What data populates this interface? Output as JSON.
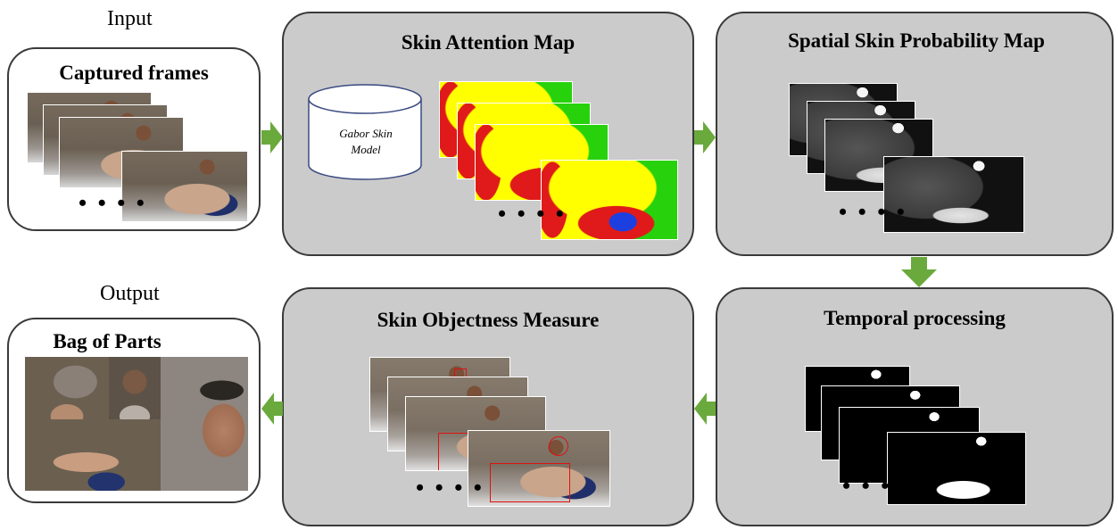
{
  "labels": {
    "input": "Input",
    "output": "Output"
  },
  "panels": {
    "captured": {
      "title": "Captured frames",
      "dots": "• • • •"
    },
    "skin_attention": {
      "title": "Skin Attention Map",
      "cylinder_label": "Gabor Skin Model",
      "dots": "• • • •"
    },
    "spatial_prob": {
      "title": "Spatial Skin Probability Map",
      "dots": "• • • •"
    },
    "temporal": {
      "title": "Temporal processing",
      "dots": "• • • •"
    },
    "objectness": {
      "title": "Skin Objectness Measure",
      "dots": "• • • •"
    },
    "bag": {
      "title": "Bag of Parts"
    }
  },
  "colors": {
    "arrow": "#6aaa3c",
    "panel_gray": "#cbcbcb",
    "panel_border": "#3a3a3a"
  }
}
